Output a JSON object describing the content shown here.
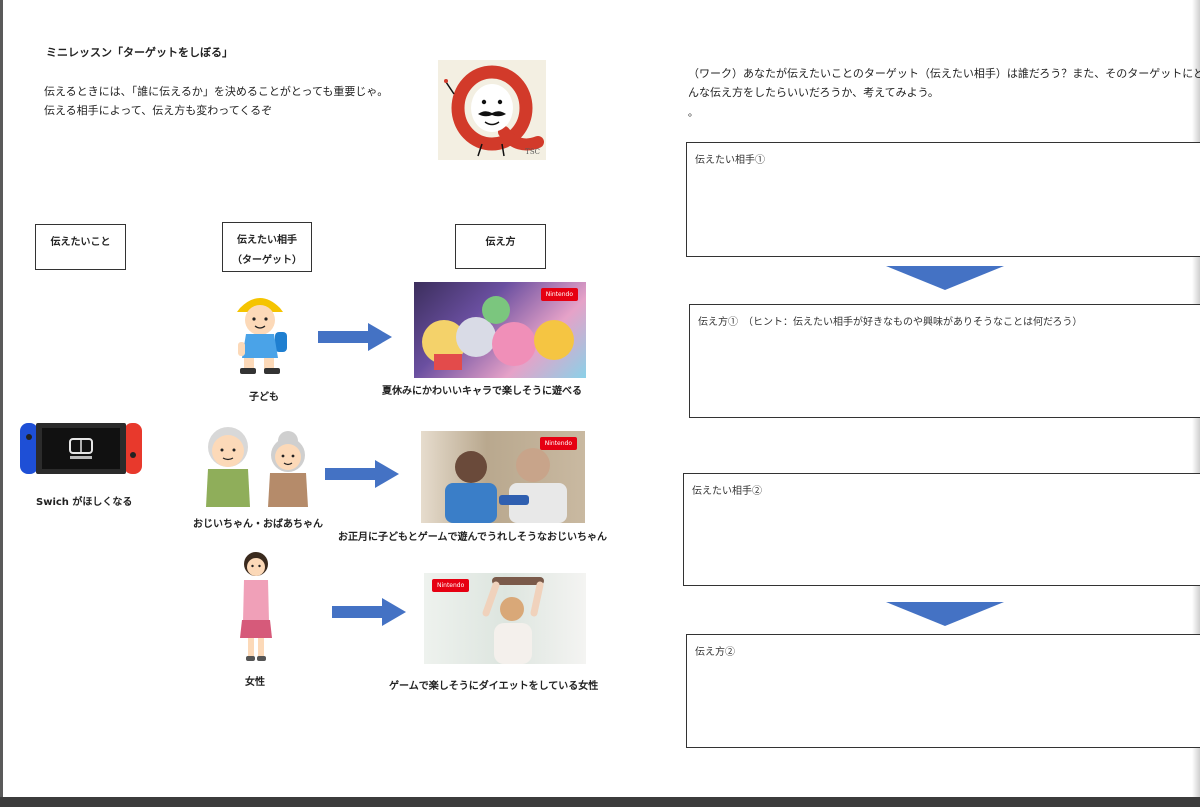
{
  "left": {
    "title": "ミニレッスン「ターゲットをしぼる」",
    "intro_line1": "伝えるときには、「誰に伝えるか」を決めることがとっても重要じゃ。",
    "intro_line2": "伝える相手によって、伝え方も変わってくるぞ",
    "logo_sign": "TSC",
    "col_message": "伝えたいこと",
    "col_target_line1": "伝えたい相手",
    "col_target_line2": "（ターゲット）",
    "col_method": "伝え方",
    "switch_caption": "Swich がほしくなる",
    "rows": [
      {
        "target": "子ども",
        "method": "夏休みにかわいいキャラで楽しそうに遊べる"
      },
      {
        "target": "おじいちゃん・おばあちゃん",
        "method": "お正月に子どもとゲームで遊んでうれしそうなおじいちゃん"
      },
      {
        "target": "女性",
        "method": "ゲームで楽しそうにダイエットをしている女性"
      }
    ],
    "nintendo_badge": "Nintendo"
  },
  "right": {
    "instr_line1": "（ワーク）あなたが伝えたいことのターゲット（伝えたい相手）は誰だろう？また、そのターゲットにど",
    "instr_line2": "んな伝え方をしたらいいだろうか、考えてみよう。",
    "instr_mark": "。",
    "box1_label": "伝えたい相手①",
    "box2_label": "伝え方①　（ヒント：伝えたい相手が好きなものや興味がありそうなことは何だろう）",
    "box3_label": "伝えたい相手②",
    "box4_label": "伝え方②"
  },
  "colors": {
    "arrow_blue": "#4472c4",
    "nintendo_red": "#e60012"
  }
}
